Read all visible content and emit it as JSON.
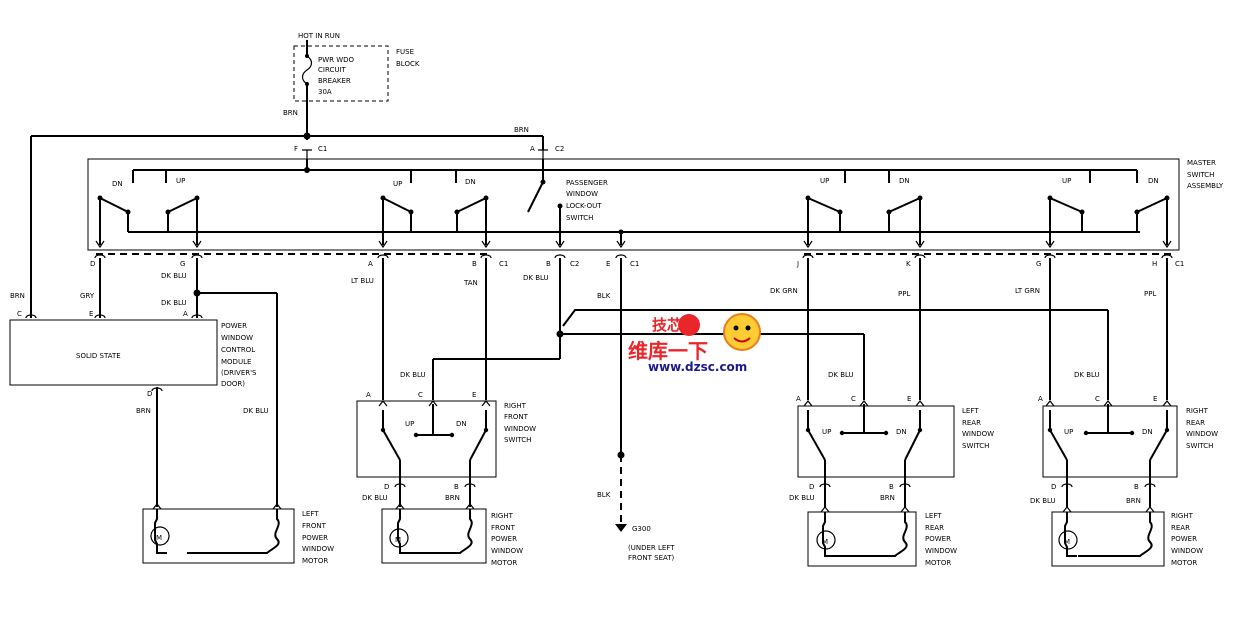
{
  "supply": {
    "hot_label": "HOT IN RUN",
    "breaker": [
      "PWR WDO",
      "CIRCUIT",
      "BREAKER",
      "30A"
    ],
    "fuse_block": [
      "FUSE",
      "BLOCK"
    ],
    "feed_wire": "BRN",
    "bus_wire": "BRN"
  },
  "master": {
    "title": [
      "MASTER",
      "SWITCH",
      "ASSEMBLY"
    ],
    "lockout": [
      "PASSENGER",
      "WINDOW",
      "LOCK-OUT",
      "SWITCH"
    ],
    "up": "UP",
    "dn": "DN",
    "pins_top": [
      {
        "pin": "F",
        "conn": "C1"
      },
      {
        "pin": "A",
        "conn": "C2"
      }
    ],
    "pins_bottom": [
      {
        "pin": "D",
        "conn": ""
      },
      {
        "pin": "G",
        "conn": ""
      },
      {
        "pin": "A",
        "conn": ""
      },
      {
        "pin": "B",
        "conn": "C1"
      },
      {
        "pin": "B",
        "conn": "C2"
      },
      {
        "pin": "E",
        "conn": "C1"
      },
      {
        "pin": "J",
        "conn": ""
      },
      {
        "pin": "K",
        "conn": ""
      },
      {
        "pin": "G",
        "conn": ""
      },
      {
        "pin": "H",
        "conn": "C1"
      }
    ]
  },
  "wires": {
    "brn": "BRN",
    "gry": "GRY",
    "dk_blu": "DK BLU",
    "lt_blu": "LT BLU",
    "tan": "TAN",
    "blk": "BLK",
    "dk_grn": "DK GRN",
    "ppl": "PPL",
    "lt_grn": "LT GRN"
  },
  "module": {
    "name": "SOLID STATE",
    "desc": [
      "POWER",
      "WINDOW",
      "CONTROL",
      "MODULE",
      "(DRIVER'S",
      "DOOR)"
    ],
    "pins": [
      "C",
      "E",
      "A",
      "D"
    ]
  },
  "switches": {
    "rf": [
      "RIGHT",
      "FRONT",
      "WINDOW",
      "SWITCH"
    ],
    "lr": [
      "LEFT",
      "REAR",
      "WINDOW",
      "SWITCH"
    ],
    "rr": [
      "RIGHT",
      "REAR",
      "WINDOW",
      "SWITCH"
    ],
    "pins": [
      "A",
      "C",
      "E",
      "D",
      "B"
    ]
  },
  "motors": {
    "symbol": "M",
    "lf": [
      "LEFT",
      "FRONT",
      "POWER",
      "WINDOW",
      "MOTOR"
    ],
    "rf": [
      "RIGHT",
      "FRONT",
      "POWER",
      "WINDOW",
      "MOTOR"
    ],
    "lr": [
      "LEFT",
      "REAR",
      "POWER",
      "WINDOW",
      "MOTOR"
    ],
    "rr": [
      "RIGHT",
      "REAR",
      "POWER",
      "WINDOW",
      "MOTOR"
    ]
  },
  "ground": {
    "id": "G300",
    "note": [
      "(UNDER LEFT",
      "FRONT SEAT)"
    ]
  },
  "watermark": {
    "line1": "维库一下",
    "line2": "www.dzsc.com",
    "logo": "技芯片"
  }
}
